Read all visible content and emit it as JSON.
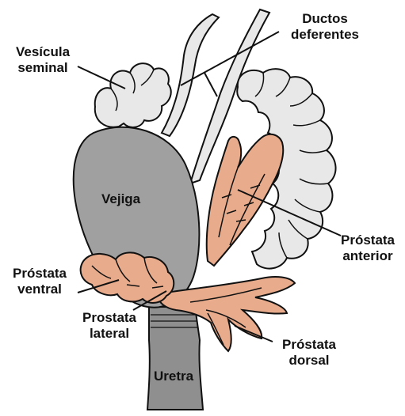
{
  "colors": {
    "vesicle_fill": "#e8e8e8",
    "bladder_fill": "#a0a0a0",
    "urethra_fill": "#8f8f8f",
    "prostate_fill": "#e8ab8c",
    "outline": "#111111",
    "background": "#ffffff"
  },
  "labels": {
    "ductos_line1": "Ductos",
    "ductos_line2": "deferentes",
    "vesicula_line1": "Vesícula",
    "vesicula_line2": "seminal",
    "vejiga": "Vejiga",
    "anterior_line1": "Próstata",
    "anterior_line2": "anterior",
    "ventral_line1": "Próstata",
    "ventral_line2": "ventral",
    "lateral_line1": "Prostata",
    "lateral_line2": "lateral",
    "dorsal_line1": "Próstata",
    "dorsal_line2": "dorsal",
    "uretra": "Uretra"
  }
}
